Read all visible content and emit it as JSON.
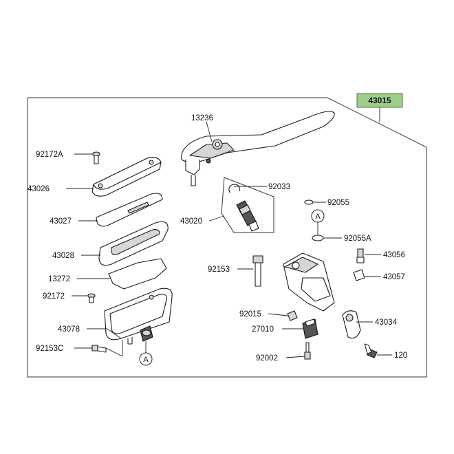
{
  "assembly_number": "43015",
  "callouts": {
    "c92172A": "92172A",
    "c43026": "43026",
    "c43027": "43027",
    "c43028": "43028",
    "c13272": "13272",
    "c92172": "92172",
    "c43078": "43078",
    "c92153C": "92153C",
    "c13236": "13236",
    "c92033": "92033",
    "c43020": "43020",
    "c92055": "92055",
    "c92055A": "92055A",
    "c43056": "43056",
    "c43057": "43057",
    "c92153": "92153",
    "c92015": "92015",
    "c27010": "27010",
    "c43034": "43034",
    "c92002": "92002",
    "c120": "120"
  },
  "reference_mark": "A",
  "colors": {
    "badge": "#9fce8b",
    "line": "#222222"
  }
}
